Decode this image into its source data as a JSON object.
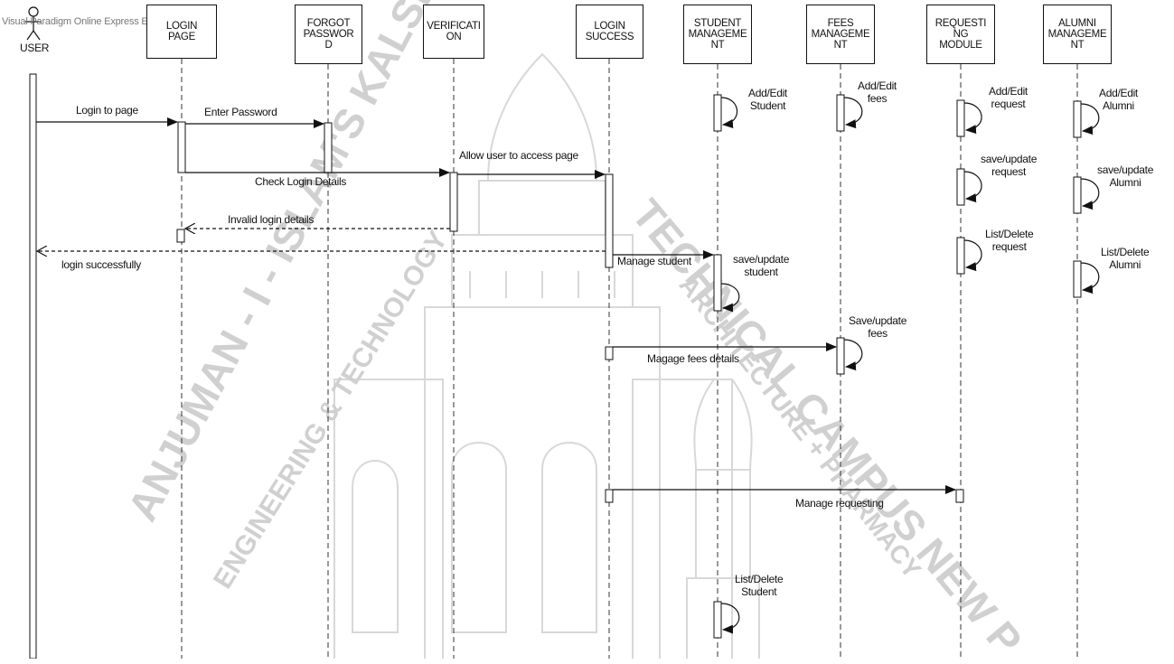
{
  "watermark": "Visual Paradigm Online Express Edition",
  "background_seal": {
    "arc_left": "ANJUMAN - I - ISLAM'S KALSEKAR",
    "arc_left_inner": "ENGINEERING & TECHNOLOGY",
    "arc_right": "TECHNICAL CAMPUS NEW P",
    "arc_right_inner": "ARCHITECTURE + PHARMACY"
  },
  "actor": {
    "label": "USER"
  },
  "lifelines": [
    {
      "id": "login-page",
      "label": "LOGIN\nPAGE"
    },
    {
      "id": "forgot-password",
      "label": "FORGOT\nPASSWOR\nD"
    },
    {
      "id": "verification",
      "label": "VERIFICATI\nON"
    },
    {
      "id": "login-success",
      "label": "LOGIN\nSUCCESS"
    },
    {
      "id": "student-management",
      "label": "STUDENT\nMANAGEME\nNT"
    },
    {
      "id": "fees-management",
      "label": "FEES\nMANAGEME\nNT"
    },
    {
      "id": "requesting-module",
      "label": "REQUESTI\nNG\nMODULE"
    },
    {
      "id": "alumni-management",
      "label": "ALUMNI\nMANAGEME\nNT"
    }
  ],
  "messages": [
    {
      "id": "login-to-page",
      "label": "Login to page"
    },
    {
      "id": "enter-password",
      "label": "Enter Password"
    },
    {
      "id": "check-login-details",
      "label": "Check Login Details"
    },
    {
      "id": "allow-user",
      "label": "Allow user to access page"
    },
    {
      "id": "invalid-login",
      "label": "Invalid login details"
    },
    {
      "id": "login-successfully",
      "label": "login successfully"
    },
    {
      "id": "manage-student",
      "label": "Manage student"
    },
    {
      "id": "manage-fees",
      "label": "Magage fees details"
    },
    {
      "id": "manage-requesting",
      "label": "Manage requesting"
    }
  ],
  "self_messages": [
    {
      "id": "add-edit-student",
      "label": "Add/Edit\nStudent"
    },
    {
      "id": "save-update-student",
      "label": "save/update\nstudent"
    },
    {
      "id": "list-delete-student",
      "label": "List/Delete\nStudent"
    },
    {
      "id": "add-edit-fees",
      "label": "Add/Edit\nfees"
    },
    {
      "id": "save-update-fees",
      "label": "Save/update\nfees"
    },
    {
      "id": "add-edit-request",
      "label": "Add/Edit\nrequest"
    },
    {
      "id": "save-update-request",
      "label": "save/update\nrequest"
    },
    {
      "id": "list-delete-request",
      "label": "List/Delete\nrequest"
    },
    {
      "id": "add-edit-alumni",
      "label": "Add/Edit\nAlumni"
    },
    {
      "id": "save-update-alumni",
      "label": "save/update\nAlumni"
    },
    {
      "id": "list-delete-alumni",
      "label": "List/Delete\nAlumni"
    }
  ]
}
